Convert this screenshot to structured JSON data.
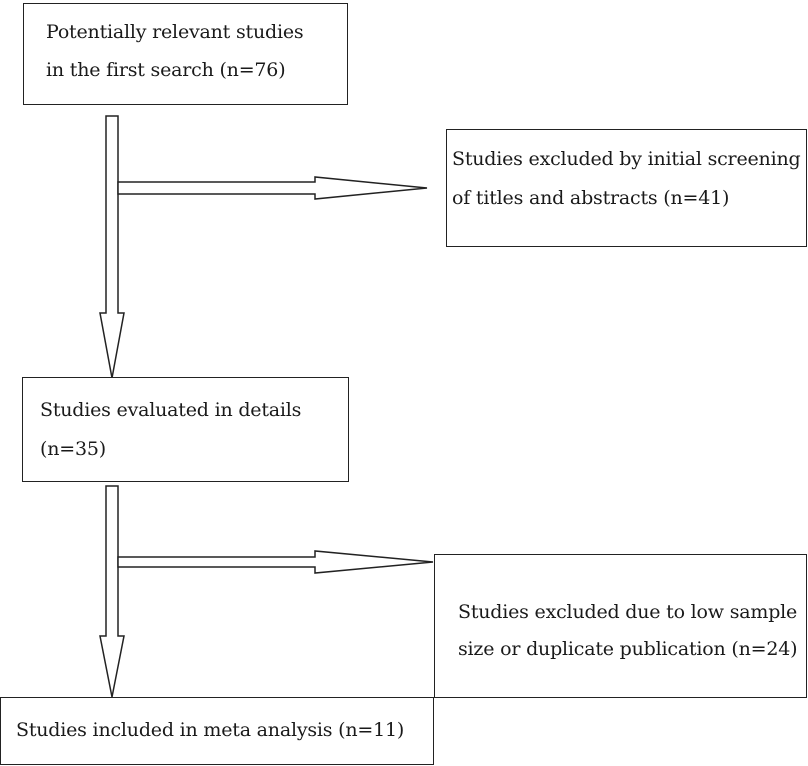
{
  "flowchart": {
    "initial_search": {
      "line1": "Potentially relevant studies",
      "line2": "in the first search (n=76)"
    },
    "excluded_screening": {
      "line1": "Studies excluded by initial screening",
      "line2": "of titles and abstracts (n=41)"
    },
    "evaluated": {
      "line1": "Studies evaluated in details",
      "line2": "(n=35)"
    },
    "excluded_sample": {
      "line1": "Studies excluded due to low sample",
      "line2": "size or duplicate publication  (n=24)"
    },
    "included": {
      "line1": "Studies included in meta analysis (n=11)"
    }
  }
}
